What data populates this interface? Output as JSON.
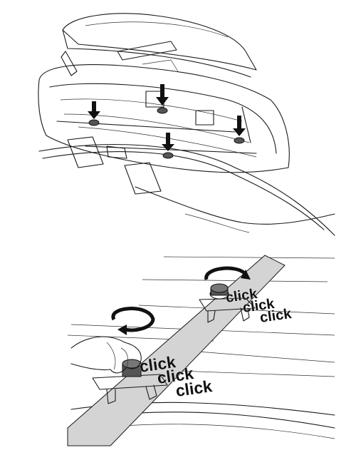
{
  "upper_panel": {
    "arrow_count": 4
  },
  "lower_panel": {
    "rear_knob_clicks": [
      "click",
      "click",
      "click"
    ],
    "front_knob_clicks": [
      "click",
      "click",
      "click"
    ]
  },
  "colors": {
    "line": "#1a1a1a",
    "crossbar_fill": "#d4d4d4",
    "knob_fill": "#555555"
  },
  "icons": [
    "down-arrow-icon",
    "rotate-arrow-icon",
    "hand-icon",
    "knob-icon"
  ]
}
